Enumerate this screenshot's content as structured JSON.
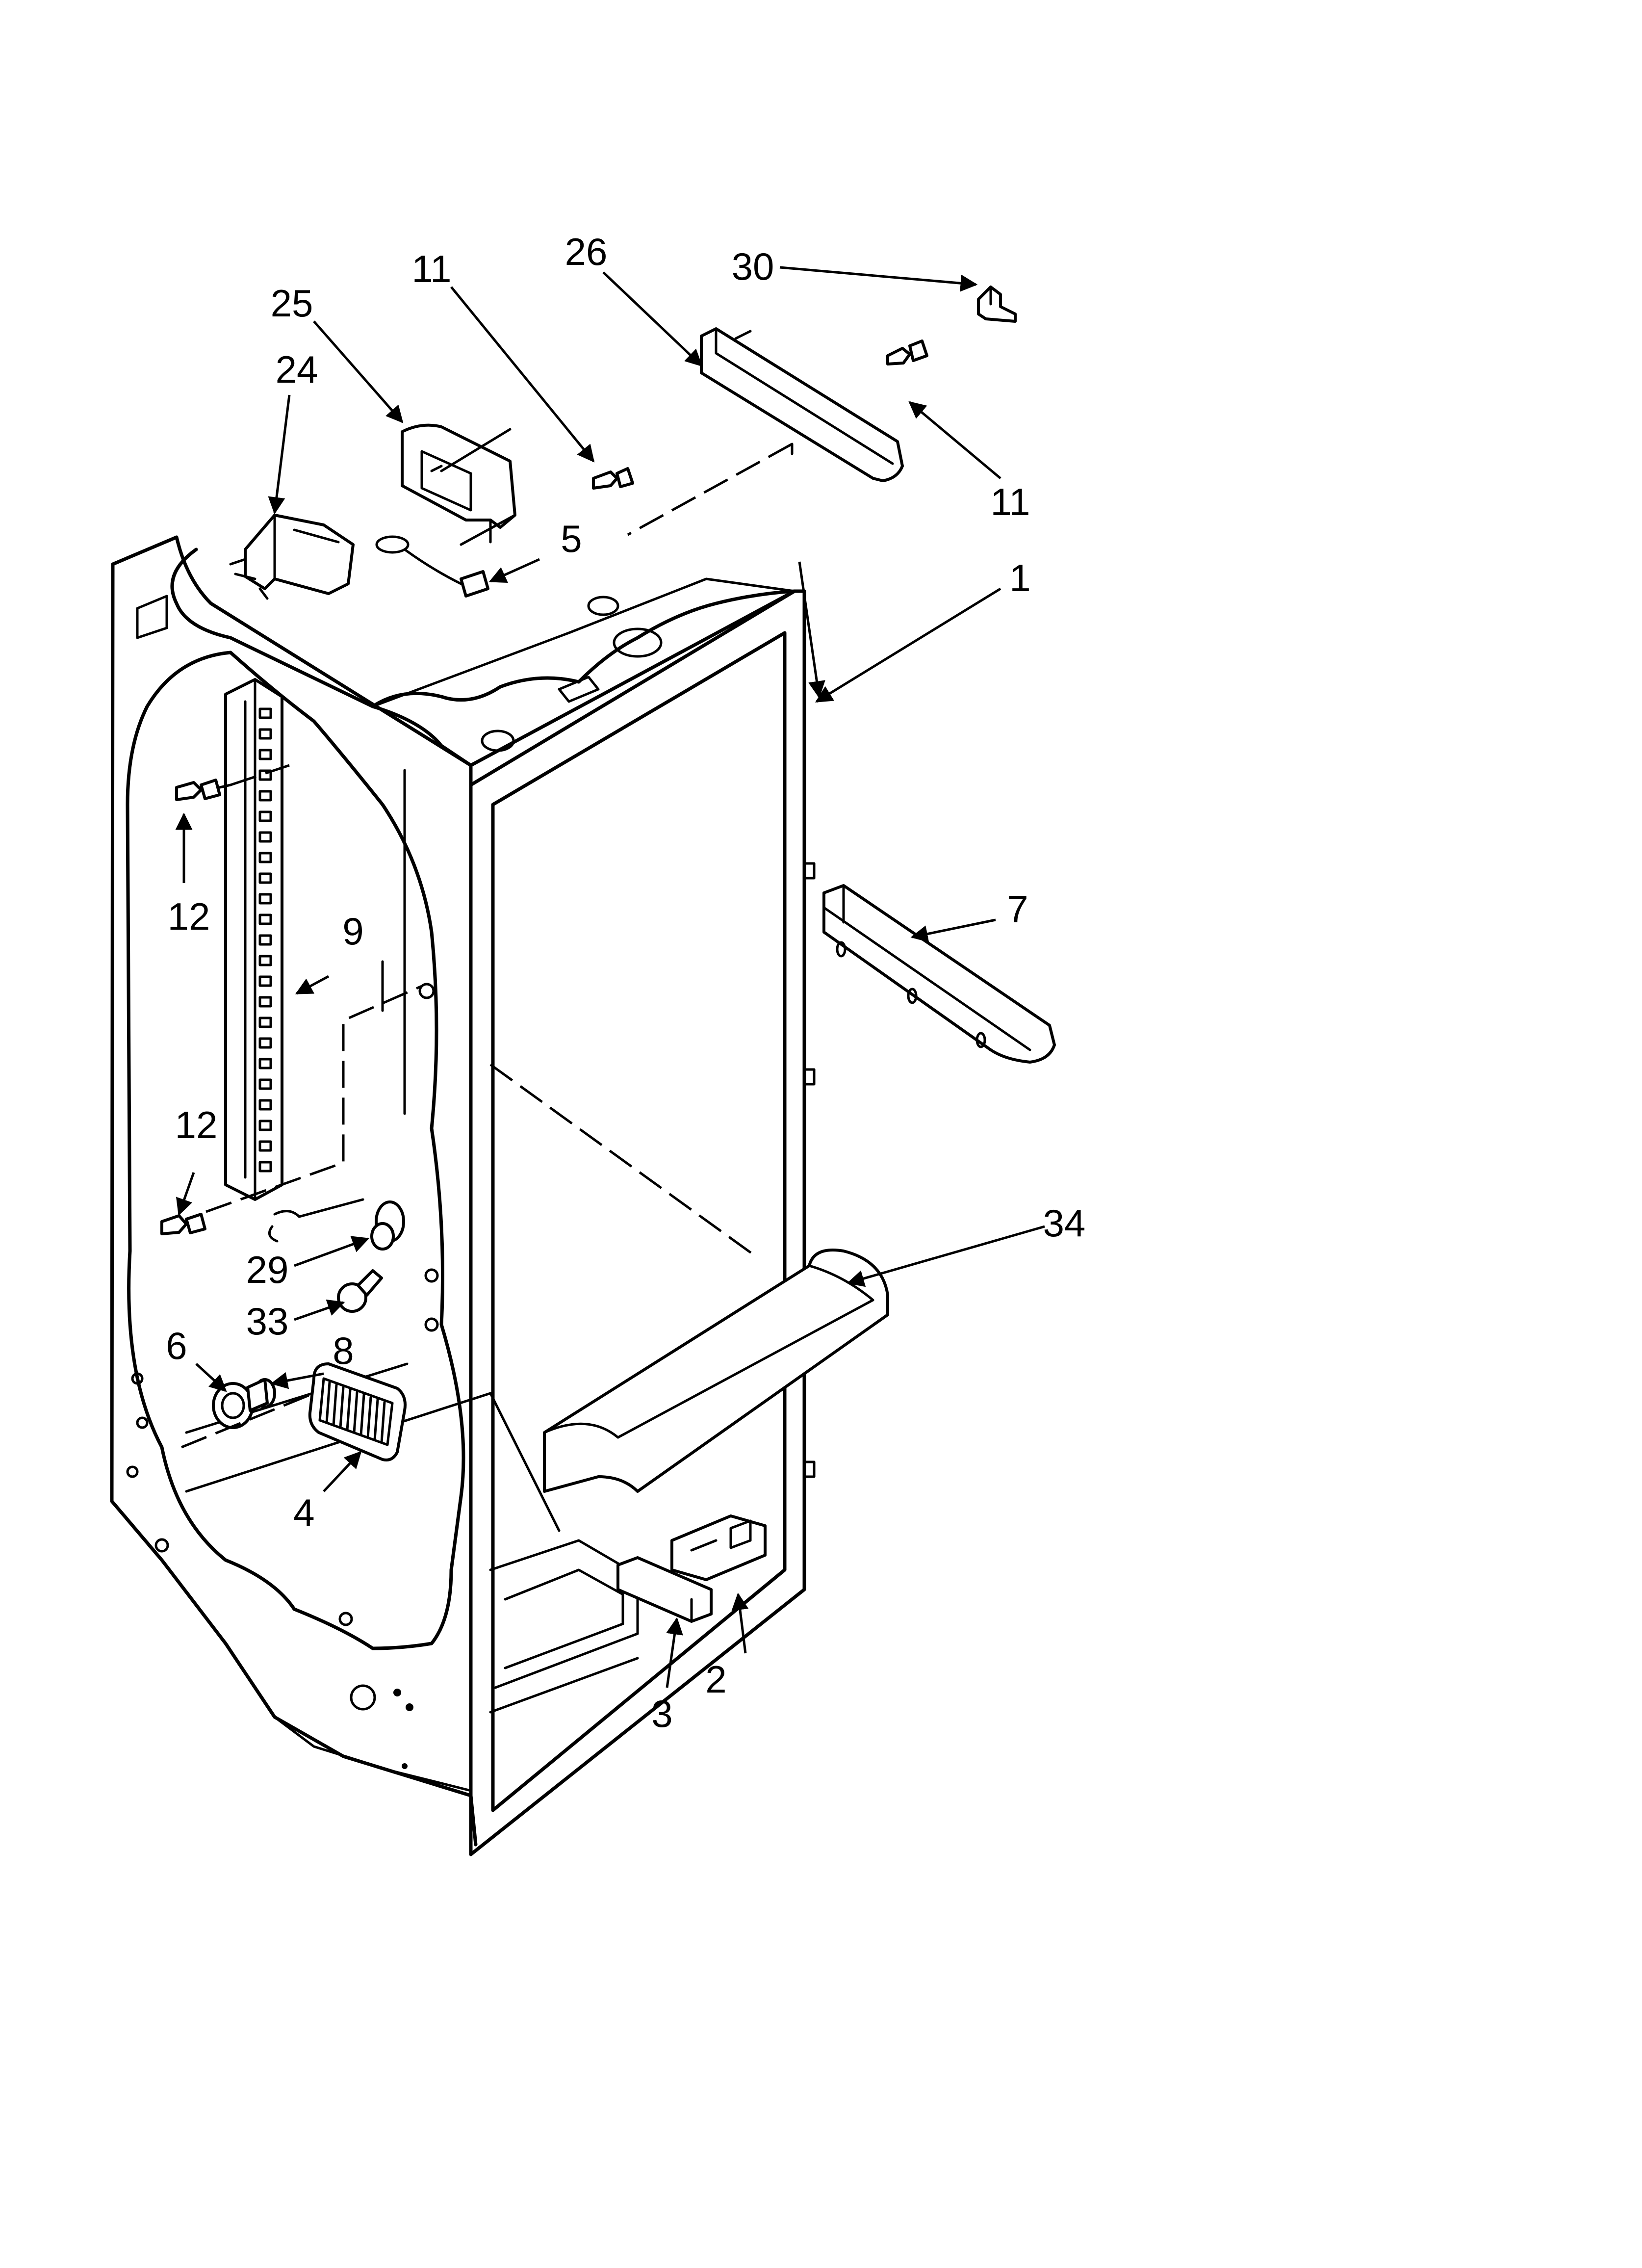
{
  "callouts": [
    {
      "id": "c1",
      "label": "1"
    },
    {
      "id": "c2",
      "label": "2"
    },
    {
      "id": "c3",
      "label": "3"
    },
    {
      "id": "c4",
      "label": "4"
    },
    {
      "id": "c5",
      "label": "5"
    },
    {
      "id": "c6",
      "label": "6"
    },
    {
      "id": "c7",
      "label": "7"
    },
    {
      "id": "c8",
      "label": "8"
    },
    {
      "id": "c9",
      "label": "9"
    },
    {
      "id": "c11a",
      "label": "11"
    },
    {
      "id": "c11b",
      "label": "11"
    },
    {
      "id": "c12a",
      "label": "12"
    },
    {
      "id": "c12b",
      "label": "12"
    },
    {
      "id": "c24",
      "label": "24"
    },
    {
      "id": "c25",
      "label": "25"
    },
    {
      "id": "c26",
      "label": "26"
    },
    {
      "id": "c29",
      "label": "29"
    },
    {
      "id": "c30",
      "label": "30"
    },
    {
      "id": "c33",
      "label": "33"
    },
    {
      "id": "c34",
      "label": "34"
    }
  ],
  "colors": {
    "line": "#000000",
    "background": "#ffffff"
  }
}
